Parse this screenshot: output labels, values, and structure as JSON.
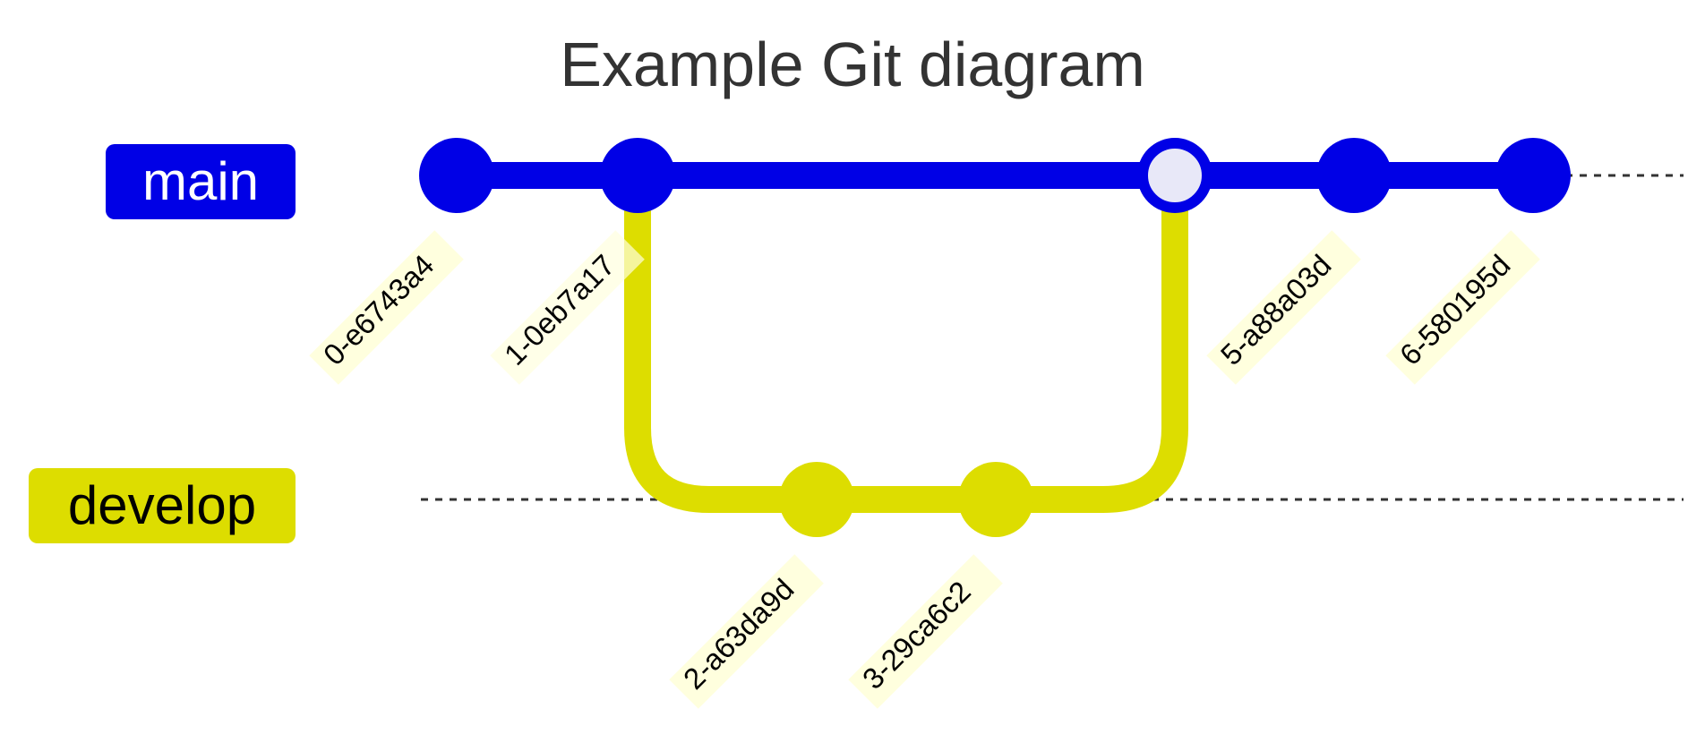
{
  "title": "Example Git diagram",
  "branches": [
    {
      "name": "main",
      "color": "#0000e6",
      "label_text_color": "#ffffff"
    },
    {
      "name": "develop",
      "color": "#dddd00",
      "label_text_color": "#000000"
    }
  ],
  "commits": [
    {
      "id": "0-e6743a4",
      "branch": "main",
      "type": "normal"
    },
    {
      "id": "1-0eb7a17",
      "branch": "main",
      "type": "normal"
    },
    {
      "id": "2-a63da9d",
      "branch": "develop",
      "type": "normal"
    },
    {
      "id": "3-29ca6c2",
      "branch": "develop",
      "type": "normal"
    },
    {
      "id": "4-merge",
      "branch": "main",
      "type": "merge",
      "show_label": false
    },
    {
      "id": "5-a88a03d",
      "branch": "main",
      "type": "normal"
    },
    {
      "id": "6-580195d",
      "branch": "main",
      "type": "normal"
    }
  ],
  "colors": {
    "merge_fill": "#e8e8f8",
    "label_bg": "#ffffde",
    "dashed_line": "#333333"
  }
}
